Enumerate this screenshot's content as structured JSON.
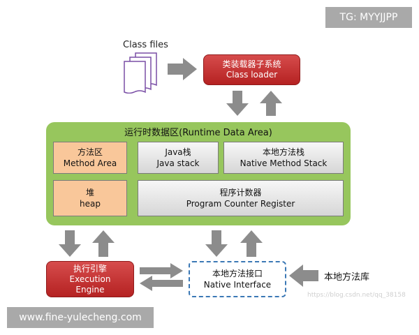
{
  "watermarks": {
    "top": "TG: MYYJJPP",
    "bottom": "www.fine-yulecheng.com",
    "faint": "https://blog.csdn.net/qq_38158"
  },
  "class_files": {
    "label": "Class files"
  },
  "class_loader": {
    "zh": "类装载器子系统",
    "en": "Class loader"
  },
  "runtime_area": {
    "title": "运行时数据区(Runtime Data Area)",
    "method_area": {
      "zh": "方法区",
      "en": "Method Area"
    },
    "java_stack": {
      "zh": "Java栈",
      "en": "Java stack"
    },
    "native_stack": {
      "zh": "本地方法栈",
      "en": "Native Method Stack"
    },
    "heap": {
      "zh": "堆",
      "en": "heap"
    },
    "pc_register": {
      "zh": "程序计数器",
      "en": "Program Counter Register"
    }
  },
  "execution_engine": {
    "zh": "执行引擎",
    "en1": "Execution",
    "en2": "Engine"
  },
  "native_interface": {
    "zh": "本地方法接口",
    "en": "Native Interface"
  },
  "native_library": {
    "label": "本地方法库"
  },
  "colors": {
    "red": "#c0302f",
    "green": "#97c65d",
    "orange": "#f9c79a",
    "arrow_gray": "#8c8c8c",
    "dashed_border": "#3b78b5"
  }
}
